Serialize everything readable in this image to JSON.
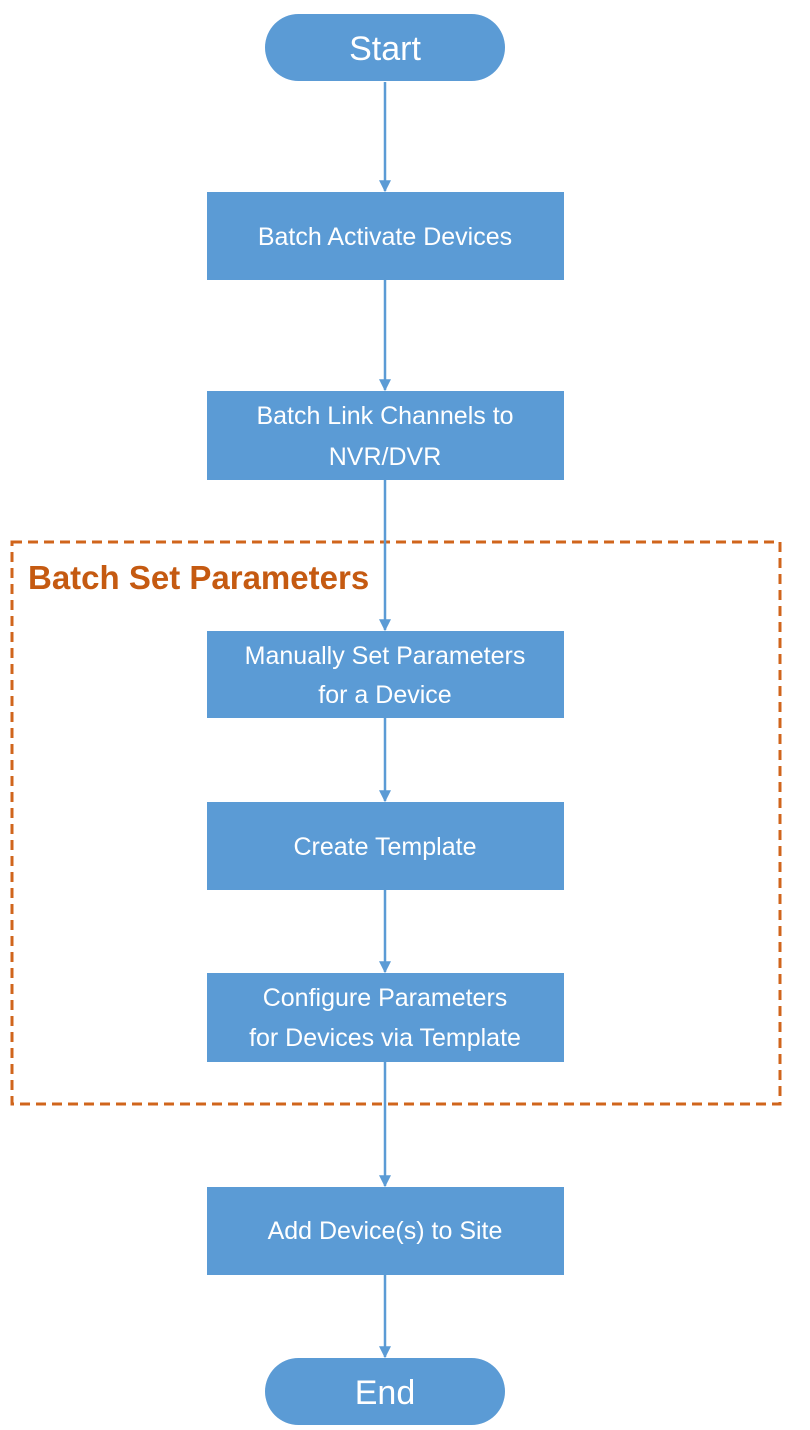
{
  "colors": {
    "node_fill": "#5b9bd5",
    "node_text": "#ffffff",
    "connector": "#5b9bd5",
    "group_border": "#d0651c",
    "group_title": "#c55a11"
  },
  "flow": {
    "start": {
      "label": "Start"
    },
    "batch_activate": {
      "line1": "Batch Activate Devices"
    },
    "batch_link": {
      "line1": "Batch Link Channels to",
      "line2": "NVR/DVR"
    },
    "group": {
      "title": "Batch Set Parameters"
    },
    "manual_set": {
      "line1": "Manually Set Parameters",
      "line2": "for a Device"
    },
    "create_template": {
      "line1": "Create Template"
    },
    "configure_template": {
      "line1": "Configure Parameters",
      "line2": "for Devices via Template"
    },
    "add_device": {
      "line1": "Add Device(s) to Site"
    },
    "end": {
      "label": "End"
    }
  }
}
